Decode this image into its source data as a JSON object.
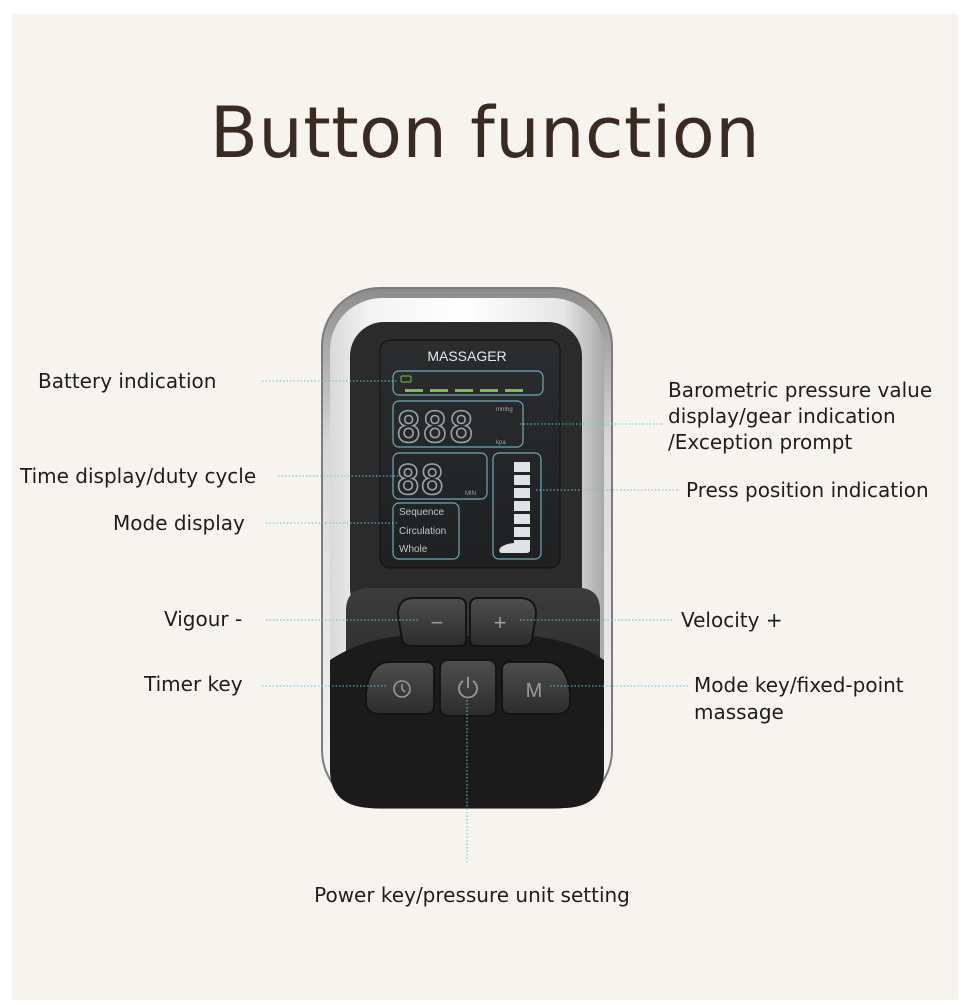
{
  "title": "Button function",
  "device": {
    "brand_label": "MASSAGER",
    "pressure_digits": "888",
    "pressure_unit_top": "mmhg",
    "pressure_unit_bottom": "kpa",
    "time_digits": "88",
    "time_unit": "MIN",
    "modes": [
      "Sequence",
      "Circulation",
      "Whole"
    ],
    "keys": {
      "minus": "−",
      "plus": "+",
      "mode": "M"
    },
    "colors": {
      "battery_green": "#7bc142",
      "screen_outline": "#6fa9ba",
      "leader_line": "#62c6d8"
    }
  },
  "labels": {
    "battery": "Battery indication",
    "barometric_1": "Barometric pressure value",
    "barometric_2": "display/gear indication",
    "barometric_3": "/Exception prompt",
    "time": "Time display/duty cycle",
    "press_position": "Press position indication",
    "mode_display": "Mode display",
    "vigour": "Vigour -",
    "velocity": "Velocity +",
    "timer": "Timer key",
    "mode_key_1": "Mode key/fixed-point",
    "mode_key_2": "massage",
    "power": "Power key/pressure unit setting"
  }
}
